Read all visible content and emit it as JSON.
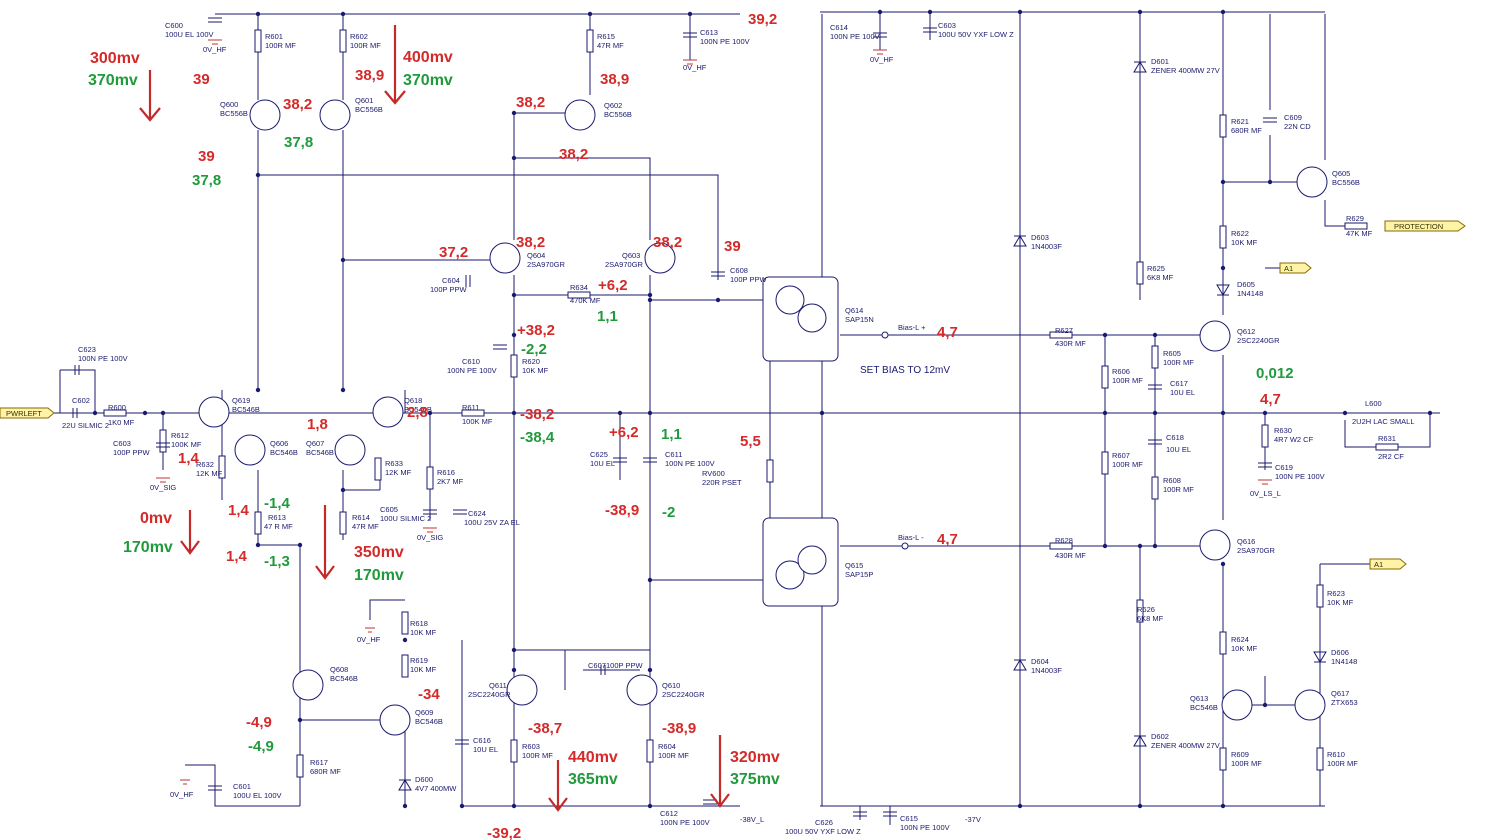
{
  "components": {
    "C600": [
      "C600",
      "100U EL 100V"
    ],
    "R601": [
      "R601",
      "100R MF"
    ],
    "R602": [
      "R602",
      "100R MF"
    ],
    "R615": [
      "R615",
      "47R MF"
    ],
    "C613": [
      "C613",
      "100N PE 100V"
    ],
    "C614": [
      "C614",
      "100N PE 100V"
    ],
    "C603": [
      "C603",
      "100U 50V YXF LOW Z"
    ],
    "Q600": [
      "Q600",
      "BC556B"
    ],
    "Q601": [
      "Q601",
      "BC556B"
    ],
    "Q602": [
      "Q602",
      "BC556B"
    ],
    "D601": [
      "D601",
      "ZENER 400MW 27V"
    ],
    "R621": [
      "R621",
      "680R MF"
    ],
    "C609": [
      "C609",
      "22N CD"
    ],
    "Q605": [
      "Q605",
      "BC556B"
    ],
    "R629": [
      "R629",
      "47K MF"
    ],
    "R622": [
      "R622",
      "10K MF"
    ],
    "D603": [
      "D603",
      "1N4003F"
    ],
    "R625": [
      "R625",
      "6K8 MF"
    ],
    "D605": [
      "D605",
      "1N4148"
    ],
    "Q604": [
      "Q604",
      "2SA970GR"
    ],
    "Q603": [
      "Q603",
      "2SA970GR"
    ],
    "C604": [
      "C604",
      "100P PPW"
    ],
    "R634": [
      "R634",
      "470K MF"
    ],
    "C608": [
      "C608",
      "100P PPW"
    ],
    "Q614": [
      "Q614",
      "SAP15N"
    ],
    "R627": [
      "R627",
      "430R MF"
    ],
    "Q612": [
      "Q612",
      "2SC2240GR"
    ],
    "C610": [
      "C610",
      "100N PE 100V"
    ],
    "R620": [
      "R620",
      "10K MF"
    ],
    "R605": [
      "R605",
      "100R MF"
    ],
    "R606": [
      "R606",
      "100R MF"
    ],
    "C617": [
      "C617",
      "10U EL"
    ],
    "C623": [
      "C623",
      "100N PE 100V"
    ],
    "C602": [
      "C602",
      "22U SILMIC 2"
    ],
    "R600": [
      "R600",
      "1K0 MF"
    ],
    "Q619": [
      "Q619",
      "BC546B"
    ],
    "Q618": [
      "Q618",
      "BC546B"
    ],
    "R611": [
      "R611",
      "100K MF"
    ],
    "L600": [
      "L600",
      "2U2H LAC SMALL"
    ],
    "R612": [
      "R612",
      "100K MF"
    ],
    "C603b": [
      "C603",
      "100P PPW"
    ],
    "R632": [
      "R632",
      "12K MF"
    ],
    "Q606": [
      "Q606",
      "BC546B"
    ],
    "Q607": [
      "Q607",
      "BC546B"
    ],
    "R633": [
      "R633",
      "12K MF"
    ],
    "R630": [
      "R630",
      "4R7 W2 CF"
    ],
    "R631": [
      "R631",
      "2R2 CF"
    ],
    "C618": [
      "C618",
      "10U EL"
    ],
    "R607": [
      "R607",
      "100R MF"
    ],
    "R608": [
      "R608",
      "100R MF"
    ],
    "C625": [
      "C625",
      "10U EL"
    ],
    "C611": [
      "C611",
      "100N PE 100V"
    ],
    "RV600": [
      "RV600",
      "220R PSET"
    ],
    "R616": [
      "R616",
      "2K7 MF"
    ],
    "C619": [
      "C619",
      "100N PE 100V"
    ],
    "R613": [
      "R613",
      "47 R MF"
    ],
    "R614": [
      "R614",
      "47R MF"
    ],
    "C605": [
      "C605",
      "100U SILMIC 2"
    ],
    "C624": [
      "C624",
      "100U 25V ZA EL"
    ],
    "R628": [
      "R628",
      "430R MF"
    ],
    "Q616": [
      "Q616",
      "2SA970GR"
    ],
    "Q615": [
      "Q615",
      "SAP15P"
    ],
    "R623": [
      "R623",
      "10K MF"
    ],
    "R618": [
      "R618",
      "10K MF"
    ],
    "R626": [
      "R626",
      "6K8 MF"
    ],
    "D606": [
      "D606",
      "1N4148"
    ],
    "Q608": [
      "Q608",
      "BC546B"
    ],
    "R619": [
      "R619",
      "10K MF"
    ],
    "C607": [
      "C607",
      "100P PPW"
    ],
    "Q611": [
      "Q611",
      "2SC2240GR"
    ],
    "Q610": [
      "Q610",
      "2SC2240GR"
    ],
    "D604": [
      "D604",
      "1N4003F"
    ],
    "R624": [
      "R624",
      "10K MF"
    ],
    "Q609": [
      "Q609",
      "BC546B"
    ],
    "Q613": [
      "Q613",
      "BC546B"
    ],
    "Q617": [
      "Q617",
      "ZTX653"
    ],
    "C616": [
      "C616",
      "10U EL"
    ],
    "R603": [
      "R603",
      "100R MF"
    ],
    "R604": [
      "R604",
      "100R MF"
    ],
    "D602": [
      "D602",
      "ZENER 400MW 27V"
    ],
    "R617": [
      "R617",
      "680R MF"
    ],
    "D600": [
      "D600",
      "4V7 400MW"
    ],
    "R609": [
      "R609",
      "100R MF"
    ],
    "R610": [
      "R610",
      "100R MF"
    ],
    "C601": [
      "C601",
      "100U EL 100V"
    ],
    "C612": [
      "C612",
      "100N PE 100V"
    ],
    "C626": [
      "C626",
      "100U 50V YXF LOW Z"
    ],
    "C615": [
      "C615",
      "100N PE 100V"
    ]
  },
  "nets": {
    "hf": "0V_HF",
    "sig": "0V_SIG",
    "ls": "0V_LS_L",
    "neg": "-38V_L",
    "neg37": "-37V",
    "bias_pos": "Bias-L +",
    "bias_neg": "Bias-L -"
  },
  "ports": {
    "input": "PWRLEFT",
    "protection": "PROTECTION",
    "a1": "A1"
  },
  "note": "SET BIAS TO 12mV",
  "readings": {
    "r39_2_top": "39,2",
    "r300": "300mv",
    "r370a": "370mv",
    "r39a": "39",
    "r38_9a": "38,9",
    "r400": "400mv",
    "r370b": "370mv",
    "r38_9b": "38,9",
    "r38_2a": "38,2",
    "r37_8a": "37,8",
    "r38_2b": "38,2",
    "r38_2c": "38,2",
    "r39b": "39",
    "r37_8b": "37,8",
    "r37_2": "37,2",
    "r38_2d": "38,2",
    "r38_2e": "38,2",
    "r39c": "39",
    "r6_2a": "+6,2",
    "r1_1a": "1,1",
    "r38_2plus": "+38,2",
    "r2_2": "-2,2",
    "r4_7a": "4,7",
    "r0_012": "0,012",
    "r4_7b": "4,7",
    "r1_8": "1,8",
    "r2_8": "2,8",
    "r38_2neg": "-38,2",
    "r38_4": "-38,4",
    "r6_2b": "+6,2",
    "r1_1b": "1,1",
    "r5_5": "5,5",
    "r1_4a": "1,4",
    "r1_4b": "1,4",
    "r1_4neg": "-1,4",
    "r0mv": "0mv",
    "r170a": "170mv",
    "r1_4c": "1,4",
    "r1_3": "-1,3",
    "r350": "350mv",
    "r170b": "170mv",
    "r38_9neg": "-38,9",
    "r2neg": "-2",
    "r4_7c": "4,7",
    "r34": "-34",
    "r4_9red": "-4,9",
    "r4_9grn": "-4,9",
    "r38_7": "-38,7",
    "r38_9negb": "-38,9",
    "r440": "440mv",
    "r365": "365mv",
    "r320": "320mv",
    "r375": "375mv",
    "r39_2neg": "-39,2"
  }
}
